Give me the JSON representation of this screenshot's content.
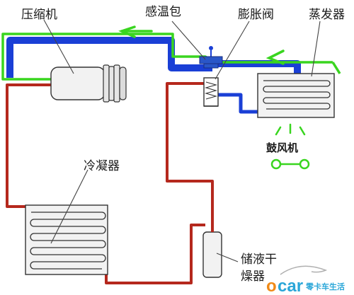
{
  "labels": {
    "compressor": "压缩机",
    "sensing_bulb": "感温包",
    "expansion_valve": "膨胀阀",
    "evaporator": "蒸发器",
    "fan": "鼓风机",
    "condenser": "冷凝器",
    "drier_line1": "储液干",
    "drier_line2": "燥器"
  },
  "watermark": {
    "brand": "car",
    "brand_o": "o",
    "slogan": "零卡车生活"
  },
  "colors": {
    "low_pressure_line": "#1a3fd6",
    "high_pressure_line": "#b5281d",
    "airflow_arrow": "#39d51f",
    "leader_line": "#444444",
    "component_fill": "#f2f2f2",
    "watermark_orange": "#f08a17",
    "watermark_blue": "#2aa6d8"
  },
  "icons": {
    "flow_arrow": "arrow-left-icon",
    "fan": "fan-icon",
    "air_lines": "air-flow-icon",
    "spring": "spring-icon"
  }
}
